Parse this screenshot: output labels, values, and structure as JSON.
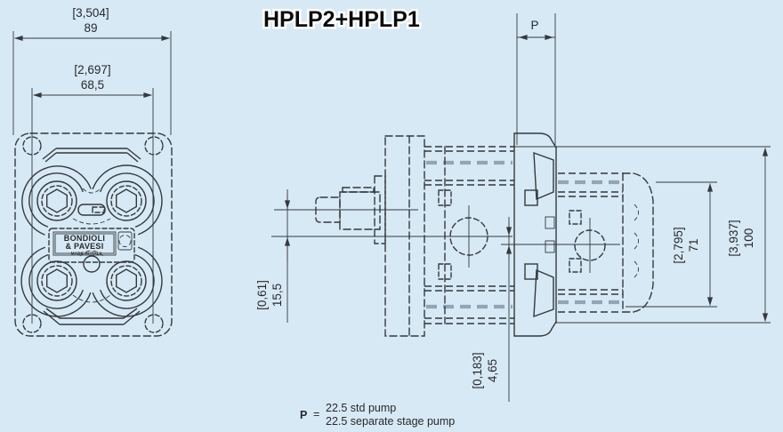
{
  "title": "HPLP2+HPLP1",
  "colors": {
    "background": "#d7e9f5",
    "line": "#34393d",
    "soft_dash": "#93a4b3",
    "text": "#26292c"
  },
  "front_view": {
    "width_dim": {
      "in": "[3,504]",
      "mm": "89"
    },
    "bolt_dim": {
      "in": "[2,697]",
      "mm": "68,5"
    },
    "nameplate": {
      "brand_line1": "BONDIOLI",
      "brand_line2": "& PAVESI",
      "origin": "MADE IN ITALY"
    }
  },
  "side_view": {
    "p_dim": {
      "label": "P"
    },
    "shaft_offset_dim": {
      "in": "[0,61]",
      "mm": "15,5"
    },
    "stage_offset_dim": {
      "in": "[0,183]",
      "mm": "4,65"
    },
    "stage_height_dim": {
      "in": "[2,795]",
      "mm": "71"
    },
    "overall_height_dim": {
      "in": "[3,937]",
      "mm": "100"
    }
  },
  "footnote": {
    "symbol": "P",
    "eq": "=",
    "line1": "22.5 std pump",
    "line2": "22.5 separate stage pump"
  }
}
